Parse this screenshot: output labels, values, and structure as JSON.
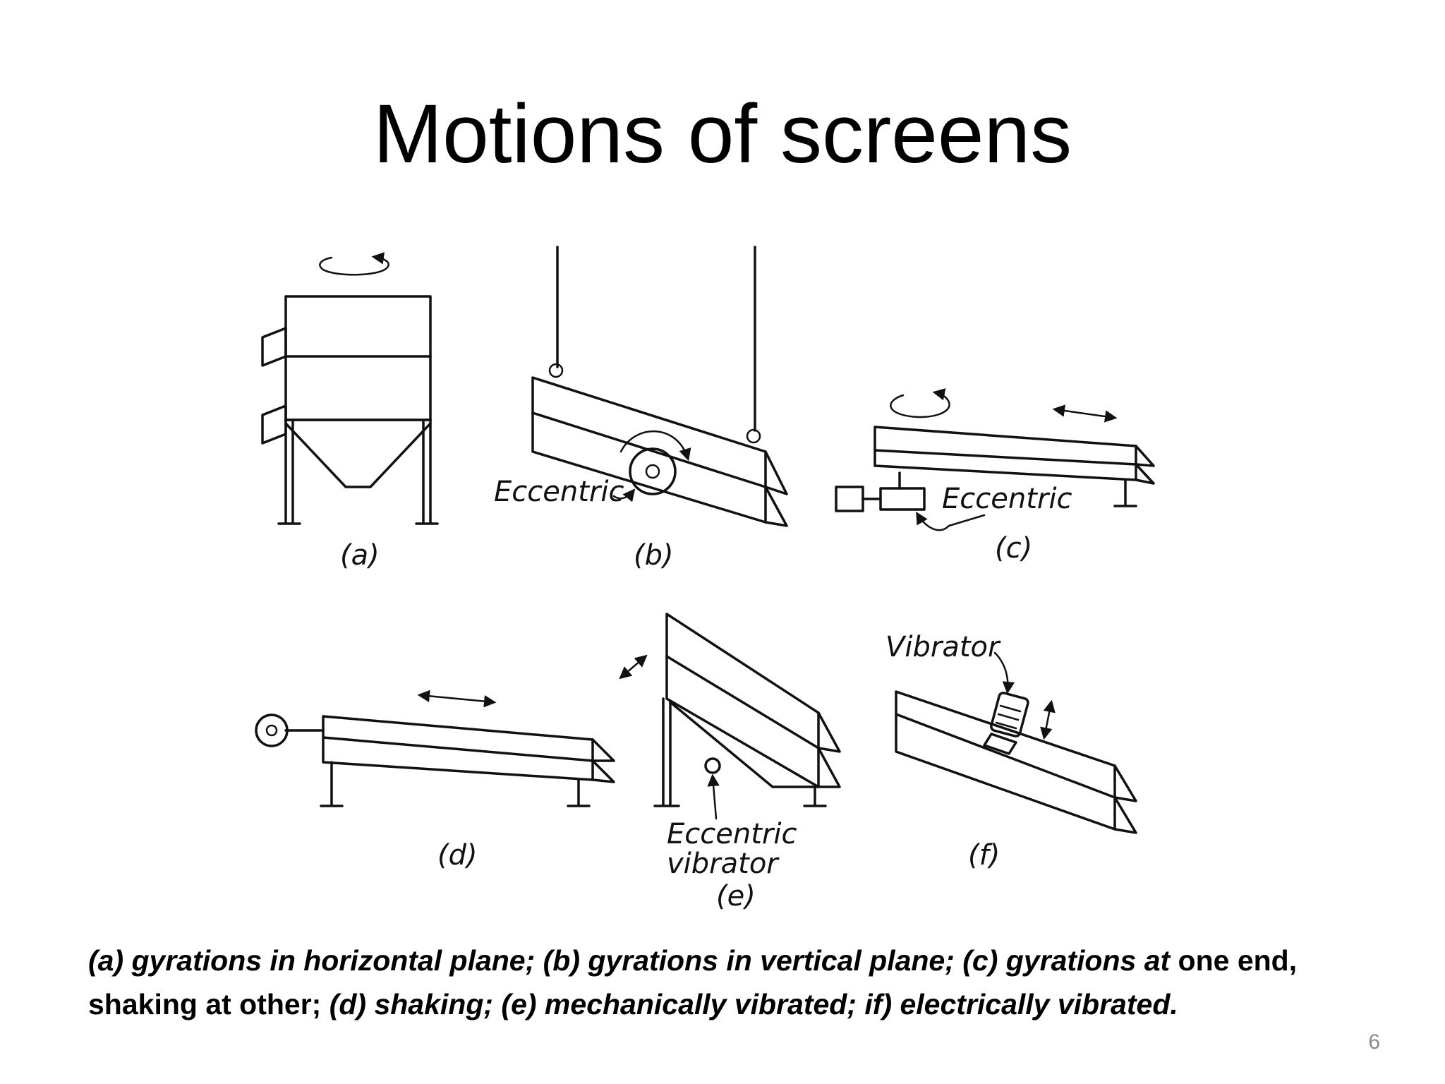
{
  "slide": {
    "title": "Motions of screens",
    "page_number": "6"
  },
  "figure": {
    "panels": [
      {
        "id": "a",
        "caption": "(a)"
      },
      {
        "id": "b",
        "caption": "(b)",
        "label": "Eccentric"
      },
      {
        "id": "c",
        "caption": "(c)",
        "label": "Eccentric"
      },
      {
        "id": "d",
        "caption": "(d)"
      },
      {
        "id": "e",
        "caption": "(e)",
        "label_line1": "Eccentric",
        "label_line2": "vibrator"
      },
      {
        "id": "f",
        "caption": "(f)",
        "label": "Vibrator"
      }
    ]
  },
  "caption": {
    "part1": "(a) gyrations in horizontal plane; (b) gyrations in vertical plane; (c) gyrations at",
    "part2": " one end, shaking at other; ",
    "part3": "(d) shaking; (e) mechanically vibrated; if) electrically vibrated."
  }
}
